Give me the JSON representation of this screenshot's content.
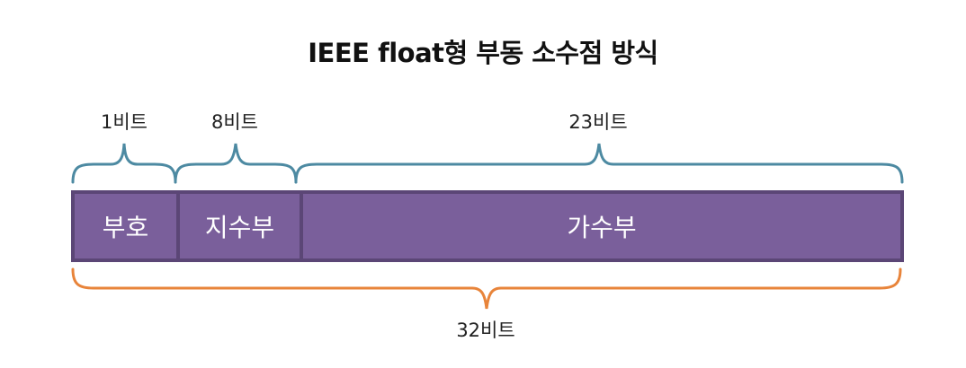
{
  "title": "IEEE float형 부동 소수점 방식",
  "fields": [
    {
      "key": "sign",
      "label": "부호",
      "bits_label": "1비트"
    },
    {
      "key": "exponent",
      "label": "지수부",
      "bits_label": "8비트"
    },
    {
      "key": "mantissa",
      "label": "가수부",
      "bits_label": "23비트"
    }
  ],
  "total_bits_label": "32비트",
  "colors": {
    "field_fill": "#7a5f9b",
    "field_border": "#5b4676",
    "top_bracket": "#4d8aa2",
    "bottom_bracket": "#e8843a",
    "field_text": "#ffffff"
  }
}
